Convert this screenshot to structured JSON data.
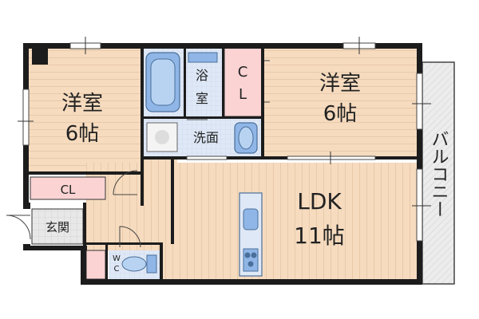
{
  "rooms": {
    "western_left": {
      "name": "洋室",
      "size": "6帖"
    },
    "western_right": {
      "name": "洋室",
      "size": "6帖"
    },
    "bath": {
      "name": "浴室"
    },
    "washroom": {
      "name": "洗面"
    },
    "ldk": {
      "name": "LDK",
      "size": "11帖"
    },
    "entrance": {
      "name": "玄関"
    },
    "toilet": {
      "name": "WC"
    }
  },
  "closets": {
    "left": "CL",
    "top": "CL"
  },
  "balcony": {
    "label": "バルコニー"
  },
  "colors": {
    "floor": "#f6dbbf",
    "floor_grain": "#d9b894",
    "wall": "#1c1c1c",
    "closet_fill": "#fbd3d3",
    "wet_area": "#dfe8f6",
    "fixture": "#8fb6e6",
    "balcony": "#e6e6e6",
    "entrance": "#e3e3e3"
  }
}
